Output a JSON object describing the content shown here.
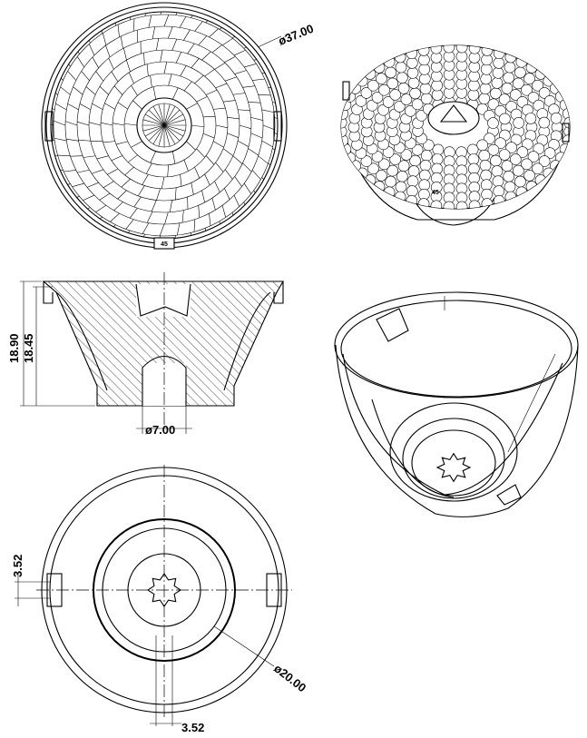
{
  "dimensions": {
    "outer_diameter": "ø37.00",
    "total_height": "18.90",
    "body_height": "18.45",
    "hole_diameter": "ø7.00",
    "tab_offset_vertical": "3.52",
    "inner_diameter": "ø20.00",
    "tab_offset_horizontal": "3.52"
  },
  "marks": {
    "top_view_angle": "45",
    "iso_view_angle": "45"
  }
}
